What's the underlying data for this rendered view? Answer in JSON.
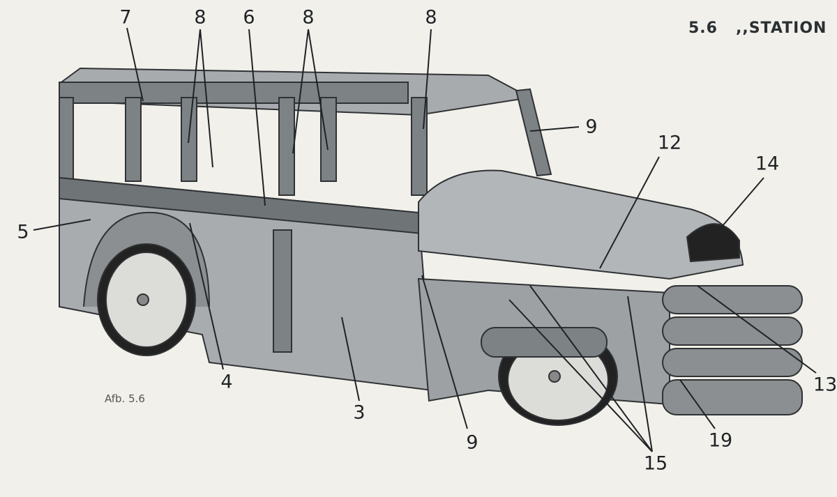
{
  "heading": {
    "number": "5.6",
    "title": ",,STATION"
  },
  "figure": {
    "caption": "Afb. 5.6",
    "callouts": [
      "7",
      "8",
      "6",
      "8",
      "8",
      "9",
      "12",
      "14",
      "5",
      "4",
      "3",
      "9",
      "15",
      "19",
      "13"
    ]
  },
  "colors": {
    "paper": "#f2f0ea",
    "metal": "#8e9294",
    "dark": "#3a3d3f",
    "text": "#1f2326"
  }
}
